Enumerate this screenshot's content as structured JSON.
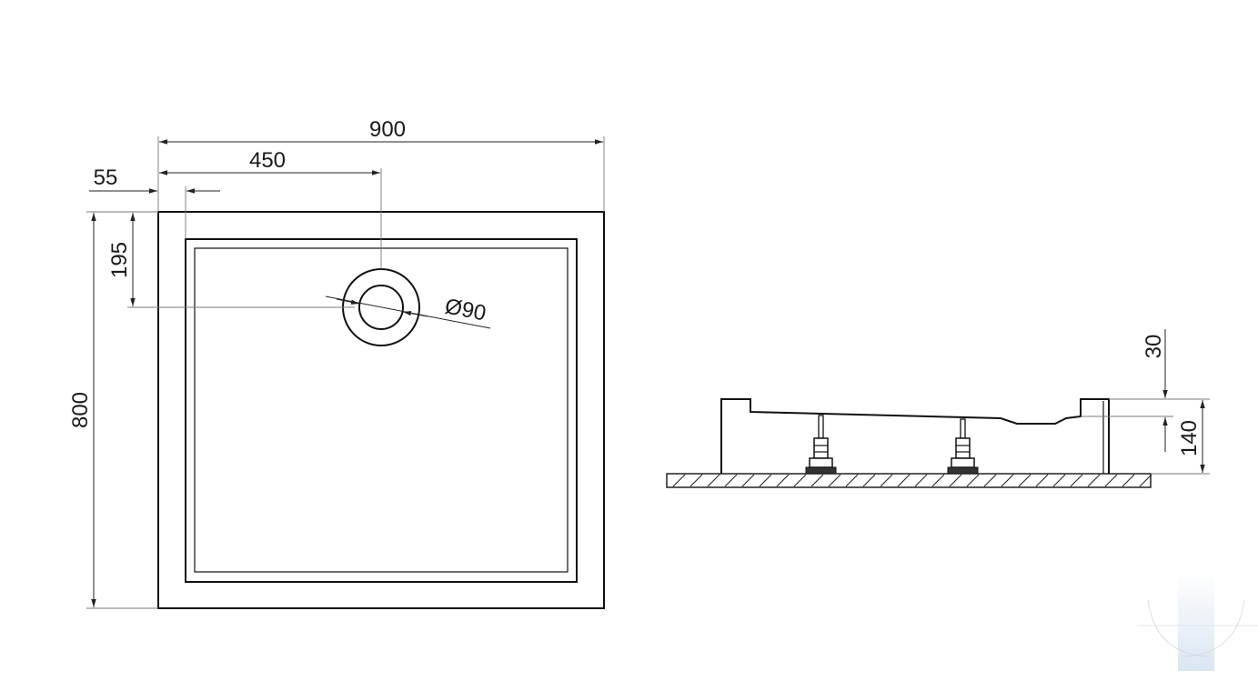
{
  "top_view": {
    "total_width_label": "900",
    "drain_offset_x_label": "450",
    "rim_width_label": "55",
    "drain_offset_y_label": "195",
    "total_depth_label": "800",
    "drain_diameter_label": "Ø90"
  },
  "side_view": {
    "rim_height_label": "30",
    "total_height_label": "140"
  },
  "colors": {
    "line": "#111111",
    "dimension": "#7a7a7a",
    "watermark": "#dfe9f4"
  }
}
